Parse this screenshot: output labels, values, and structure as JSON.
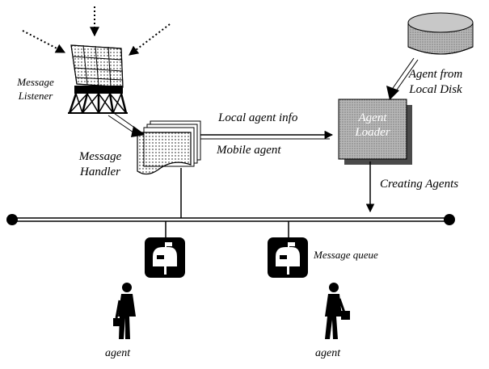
{
  "labels": {
    "message_listener_1": "Message",
    "message_listener_2": "Listener",
    "message_handler_1": "Message",
    "message_handler_2": "Handler",
    "local_agent_info": "Local agent info",
    "mobile_agent": "Mobile agent",
    "agent_loader_1": "Agent",
    "agent_loader_2": "Loader",
    "agent_from_1": "Agent from",
    "agent_from_2": "Local Disk",
    "creating_agents": "Creating Agents",
    "message_queue": "Message queue",
    "agent_left": "agent",
    "agent_right": "agent"
  },
  "colors": {
    "ink": "#000000",
    "loader_fill": "#8a8a8a",
    "loader_shadow": "#4a4a4a",
    "disk_fill": "#b0b0b0",
    "paper": "#ffffff"
  },
  "icons": [
    "antenna-tower-icon",
    "document-stack-icon",
    "agent-loader-box",
    "disk-cylinder-icon",
    "mailbox-icon",
    "person-with-briefcase-icon"
  ]
}
